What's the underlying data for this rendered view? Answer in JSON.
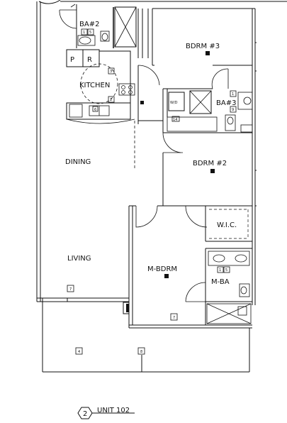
{
  "plan": {
    "unit_label": "UNIT 102",
    "unit_number": "2",
    "rooms": {
      "ba2": "BA#2",
      "kitchen": "KITCHEN",
      "bdrm3": "BDRM #3",
      "ba3": "BA#3",
      "wd": "W/D",
      "dining": "DINING",
      "bdrm2": "BDRM #2",
      "wic": "W.I.C.",
      "living": "LIVING",
      "mbdrm": "M-BDRM",
      "mba": "M-BA"
    },
    "appliances": {
      "pantry": "P",
      "refrigerator": "R"
    },
    "tags": {
      "ba2_a": "1",
      "ba2_b": "5",
      "kitchen_a": "3",
      "kitchen_b": "2",
      "kitchen_c": "6",
      "wd_tag": "14",
      "ba3_a": "1",
      "ba3_b": "9",
      "mba_a": "1",
      "mba_b": "5",
      "living_tag": "7",
      "mbdrm_tag": "7",
      "patio_a": "4",
      "patio_b": "8"
    }
  }
}
